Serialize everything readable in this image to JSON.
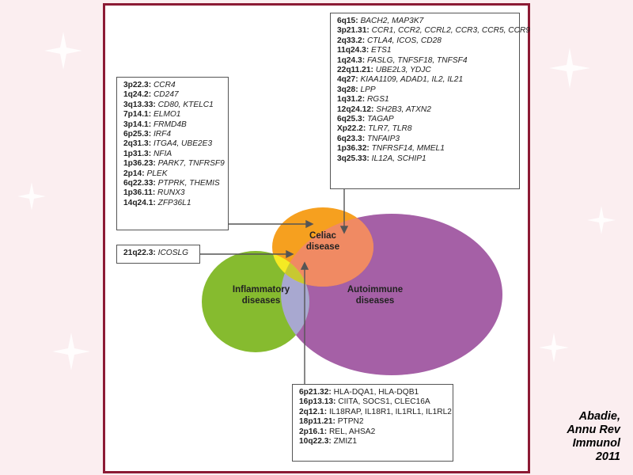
{
  "diagram": {
    "sets": {
      "celiac": {
        "label": "Celiac disease",
        "color": "#f6a01f"
      },
      "inflammatory": {
        "label": "Inflammatory diseases",
        "color": "#86bb2f"
      },
      "autoimmune": {
        "label": "Autoimmune diseases",
        "color": "#a560a6"
      }
    },
    "overlap_colors": {
      "celiac_inflammatory": "#f5ea24",
      "inflammatory_autoimmune": "#a8a8d0",
      "celiac_inflammatory_autoimmune": "#c8c832",
      "celiac_autoimmune": "#f08a63"
    },
    "celiac_only_genes": [
      {
        "locus": "3p22.3:",
        "genes": "CCR4"
      },
      {
        "locus": "1q24.2:",
        "genes": "CD247"
      },
      {
        "locus": "3q13.33:",
        "genes": "CD80, KTELC1"
      },
      {
        "locus": "7p14.1:",
        "genes": "ELMO1"
      },
      {
        "locus": "3p14.1:",
        "genes": "FRMD4B"
      },
      {
        "locus": "6p25.3:",
        "genes": "IRF4"
      },
      {
        "locus": "2q31.3:",
        "genes": "ITGA4, UBE2E3"
      },
      {
        "locus": "1p31.3:",
        "genes": "NFIA"
      },
      {
        "locus": "1p36.23:",
        "genes": "PARK7, TNFRSF9"
      },
      {
        "locus": "2p14:",
        "genes": "PLEK"
      },
      {
        "locus": "6q22.33:",
        "genes": "PTPRK, THEMIS"
      },
      {
        "locus": "1p36.11:",
        "genes": "RUNX3"
      },
      {
        "locus": "14q24.1:",
        "genes": "ZFP36L1"
      }
    ],
    "celiac_autoimmune_genes": [
      {
        "locus": "6q15:",
        "genes": "BACH2, MAP3K7"
      },
      {
        "locus": "3p21.31:",
        "genes": "CCR1, CCR2, CCRL2, CCR3, CCR5, CCR9"
      },
      {
        "locus": "2q33.2:",
        "genes": "CTLA4, ICOS, CD28"
      },
      {
        "locus": "11q24.3:",
        "genes": "ETS1"
      },
      {
        "locus": "1q24.3:",
        "genes": "FASLG, TNFSF18, TNFSF4"
      },
      {
        "locus": "22q11.21:",
        "genes": "UBE2L3, YDJC"
      },
      {
        "locus": "4q27:",
        "genes": "KIAA1109, ADAD1, IL2, IL21"
      },
      {
        "locus": "3q28:",
        "genes": "LPP"
      },
      {
        "locus": "1q31.2:",
        "genes": "RGS1"
      },
      {
        "locus": "12q24.12:",
        "genes": "SH2B3, ATXN2"
      },
      {
        "locus": "6q25.3:",
        "genes": "TAGAP"
      },
      {
        "locus": "Xp22.2:",
        "genes": "TLR7, TLR8"
      },
      {
        "locus": "6q23.3:",
        "genes": "TNFAIP3"
      },
      {
        "locus": "1p36.32:",
        "genes": "TNFRSF14, MMEL1"
      },
      {
        "locus": "3q25.33:",
        "genes": "IL12A, SCHIP1"
      }
    ],
    "celiac_inflammatory_genes": [
      {
        "locus": "21q22.3:",
        "genes": "ICOSLG"
      }
    ],
    "all_three_genes": [
      {
        "locus": "6p21.32:",
        "genes": "HLA-DQA1, HLA-DQB1"
      },
      {
        "locus": "16p13.13:",
        "genes": "CIITA, SOCS1, CLEC16A"
      },
      {
        "locus": "2q12.1:",
        "genes": "IL18RAP, IL18R1, IL1RL1, IL1RL2"
      },
      {
        "locus": "18p11.21:",
        "genes": "PTPN2"
      },
      {
        "locus": "2p16.1:",
        "genes": "REL, AHSA2"
      },
      {
        "locus": "10q22.3:",
        "genes": "ZMIZ1"
      }
    ]
  },
  "citation": {
    "line1": "Abadie,",
    "line2": "Annu Rev",
    "line3": "Immunol",
    "line4": "2011"
  },
  "colors": {
    "frame": "#8c1a34",
    "box_border": "#555555",
    "arrow": "#555555"
  }
}
